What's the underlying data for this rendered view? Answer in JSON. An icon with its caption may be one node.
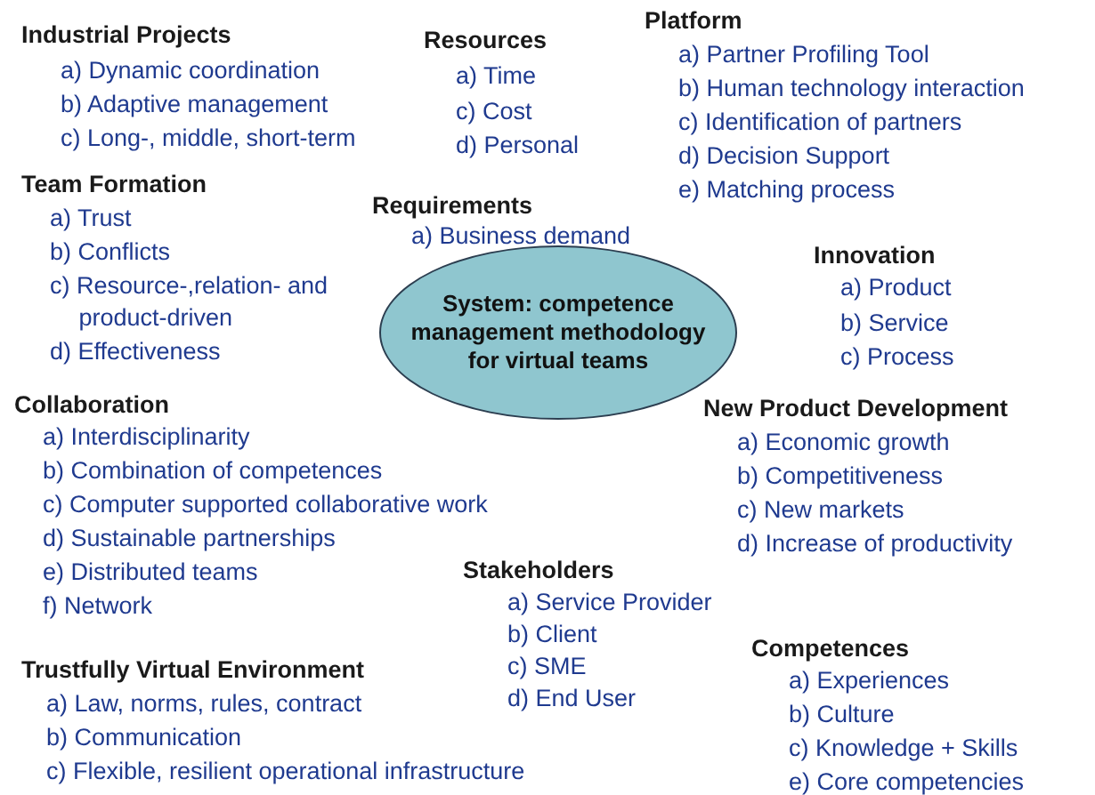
{
  "diagram": {
    "nodes": [
      {
        "text": [
          "System: competence management methodology for virtual teams"
        ]
      }
    ],
    "labels": [
      "Industrial Projects",
      "a) Dynamic coordination",
      "b) Adaptive management",
      "c) Long-, middle, short-term",
      "Resources",
      "a) Time",
      "c) Cost",
      "d) Personal",
      "Platform",
      "a) Partner Profiling Tool",
      "b) Human technology interaction",
      "c) Identification of partners",
      "d) Decision Support",
      "e) Matching process",
      "Team Formation",
      "a) Trust",
      "b) Conflicts",
      "c) Resource-,relation- and product-driven",
      "d) Effectiveness",
      "Requirements",
      "a) Business demand",
      "Innovation",
      "a) Product",
      "b) Service",
      "c) Process",
      "Collaboration",
      "a) Interdisciplinarity",
      "b) Combination of competences",
      "c) Computer supported collaborative work",
      "d) Sustainable partnerships",
      "e) Distributed teams",
      "f) Network",
      "New Product Development",
      "a) Economic growth",
      "b) Competitiveness",
      "c) New markets",
      "d) Increase of productivity",
      "Stakeholders",
      "a) Service Provider",
      "b) Client",
      "c) SME",
      "d) End User",
      "Trustfully Virtual Environment",
      "a) Law, norms, rules, contract",
      "b) Communication",
      "c) Flexible, resilient operational infrastructure",
      "Competences",
      "a) Experiences",
      "b) Culture",
      "c) Knowledge + Skills",
      "e) Core competencies"
    ]
  }
}
